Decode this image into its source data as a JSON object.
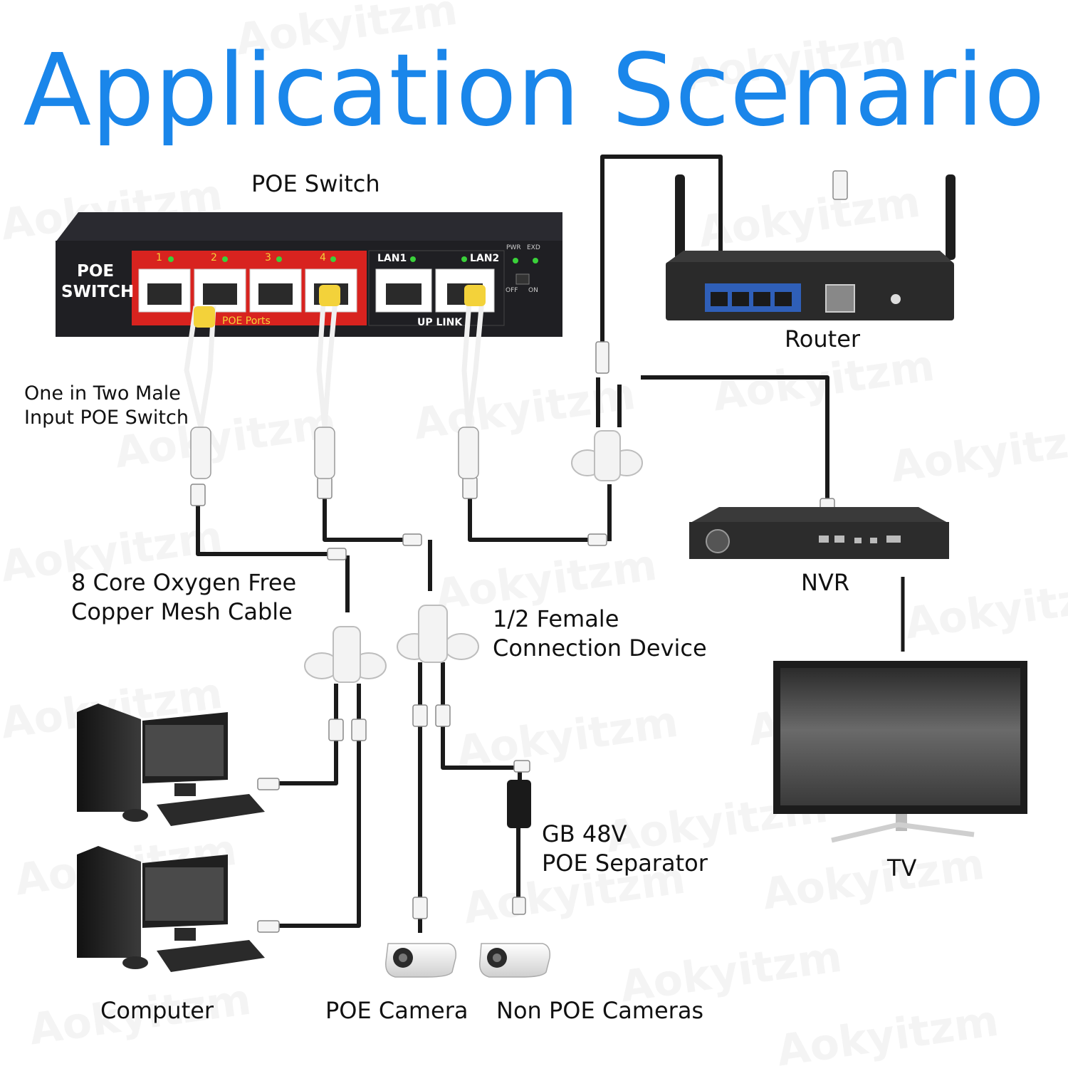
{
  "title": "Application Scenario",
  "watermark": "Aokyitzm",
  "labels": {
    "poe_switch": "POE Switch",
    "router": "Router",
    "one_in_two": [
      "One in Two Male",
      "Input POE Switch"
    ],
    "cable": [
      "8 Core Oxygen Free",
      "Copper Mesh Cable"
    ],
    "nvr": "NVR",
    "female_device": [
      "1/2 Female",
      "Connection Device"
    ],
    "separator": [
      "GB 48V",
      "POE Separator"
    ],
    "tv": "TV",
    "computer": "Computer",
    "poe_camera": "POE Camera",
    "non_poe_cameras": "Non POE Cameras"
  },
  "switch_panel": {
    "brand": [
      "POE",
      "SWITCH"
    ],
    "ports": [
      "1",
      "2",
      "3",
      "4"
    ],
    "poe_ports_label": "POE Ports",
    "lan1": "LAN1",
    "lan2": "LAN2",
    "uplink_label": "UP LINK",
    "leds": [
      "PWR",
      "EXD"
    ],
    "switch_states": [
      "OFF",
      "ON"
    ]
  },
  "colors": {
    "title": "#1a86ea",
    "switch_body": "#1f1f23",
    "poe_panel": "#d8231f",
    "router_ports": "#2f5fb8",
    "cable": "#1a1a1a",
    "connector": "#f2f2f2"
  }
}
